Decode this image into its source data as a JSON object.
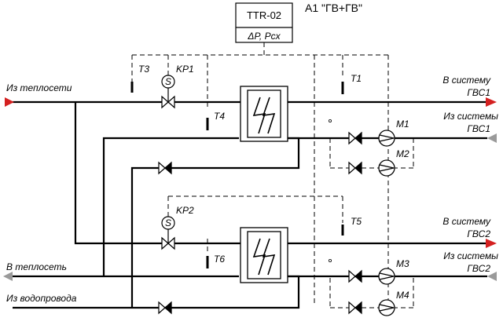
{
  "controller": {
    "model": "TTR-02",
    "signal": "ΔP, Pcx"
  },
  "system_title": "A1 \"ГВ+ГВ\"",
  "labels": {
    "from_heating_network": "Из теплосети",
    "to_heating_network": "В теплосеть",
    "from_water_supply": "Из водопровода",
    "to_dhw1_line1": "В систему",
    "to_dhw1_line2": "ГВС1",
    "from_dhw1_line1": "Из системы",
    "from_dhw1_line2": "ГВС1",
    "to_dhw2_line1": "В систему",
    "to_dhw2_line2": "ГВС2",
    "from_dhw2_line1": "Из системы",
    "from_dhw2_line2": "ГВС2"
  },
  "sensors": {
    "t1": "T1",
    "t3": "T3",
    "t4": "T4",
    "t5": "T5",
    "t6": "T6"
  },
  "valves": {
    "kr1": "KP1",
    "kr2": "KP2",
    "actuator_symbol": "S"
  },
  "pumps": {
    "m1": "M1",
    "m2": "M2",
    "m3": "M3",
    "m4": "M4"
  },
  "colors": {
    "arrow_inlet": "#d42020",
    "arrow_return": "#9a9a9a",
    "line": "#000000"
  }
}
